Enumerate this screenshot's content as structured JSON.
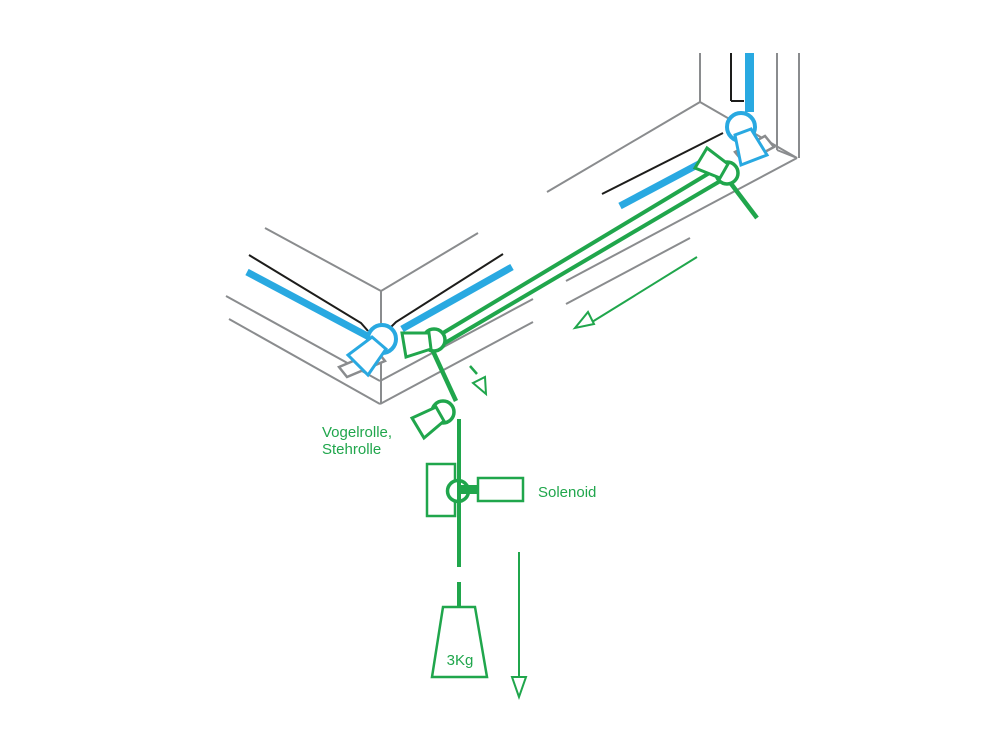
{
  "diagram": {
    "title_hint": "corner-track pulley and solenoid release mechanism",
    "labels": {
      "corner_pulleys_line1": "Vogelrolle,",
      "corner_pulleys_line2": "Stehrolle",
      "solenoid": "Solenoid",
      "weight": "3Kg"
    },
    "colors": {
      "green": "#20A64C",
      "blue": "#29A9E1",
      "gray": "#8A8C8E",
      "black": "#1D1D1B",
      "background": "#FFFFFF"
    }
  }
}
